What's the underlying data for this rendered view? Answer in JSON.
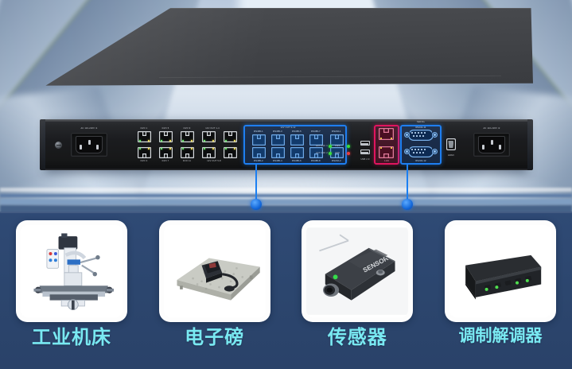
{
  "scene": {
    "type": "product-marketing-photo",
    "device_name": "industrial-rackmount-network-gateway"
  },
  "device": {
    "ports": {
      "power_left_label": "AC 110-220V /1",
      "power_right_label": "AC 110-220V /2",
      "rj45_group_top_labels": [
        "DI/O 1",
        "DI/O 5",
        "DI/O 9",
        "12V OUT 1-4"
      ],
      "rj45_group_bottom_labels": [
        "DI/O 3",
        "DI/O 7",
        "DI/O 11",
        "12V OUT 5-8"
      ],
      "poe_block_title": "12V OUT 9-12",
      "poe_top_labels": [
        "RS485-1",
        "RS485-3",
        "RS485-5",
        "RS485-7"
      ],
      "poe_bottom_labels": [
        "RS485-2",
        "RS485-4",
        "RS485-6",
        "RS485-8"
      ],
      "poe_side_top_label": "RS232-1",
      "poe_side_bottom_label": "RS232-2",
      "usb_label": "USB 2.0",
      "lan_label": "LAN",
      "serial_block_title": "SERIAL",
      "serial_top_label": "RS232-11",
      "serial_bottom_label": "RS232-12",
      "hdmi_label": "HDMI",
      "led_labels": [
        "ACT/LNK 1",
        "ACT/LNK 2",
        "PWR",
        "HDD"
      ]
    },
    "highlight_boxes": [
      {
        "name": "serial-port-block-highlight",
        "color": "#1e7ef0"
      },
      {
        "name": "lan-port-block-highlight",
        "color": "#e0145e"
      },
      {
        "name": "db9-serial-block-highlight",
        "color": "#1e7ef0"
      }
    ]
  },
  "callouts": [
    {
      "name": "callout-left",
      "target": "poe-rs485-block"
    },
    {
      "name": "callout-right",
      "target": "db9-serial-block"
    }
  ],
  "cards": [
    {
      "label": "工业机床",
      "image": "industrial-milling-machine"
    },
    {
      "label": "电子磅",
      "image": "electronic-platform-scale"
    },
    {
      "label": "传感器",
      "image": "industrial-sensor"
    },
    {
      "label": "调制解调器",
      "image": "modem-device"
    }
  ],
  "colors": {
    "accent_blue": "#1b7ff2",
    "accent_magenta": "#e0145e",
    "caption_cyan": "#79e9f2",
    "panel_navy": "#2e4a72"
  }
}
